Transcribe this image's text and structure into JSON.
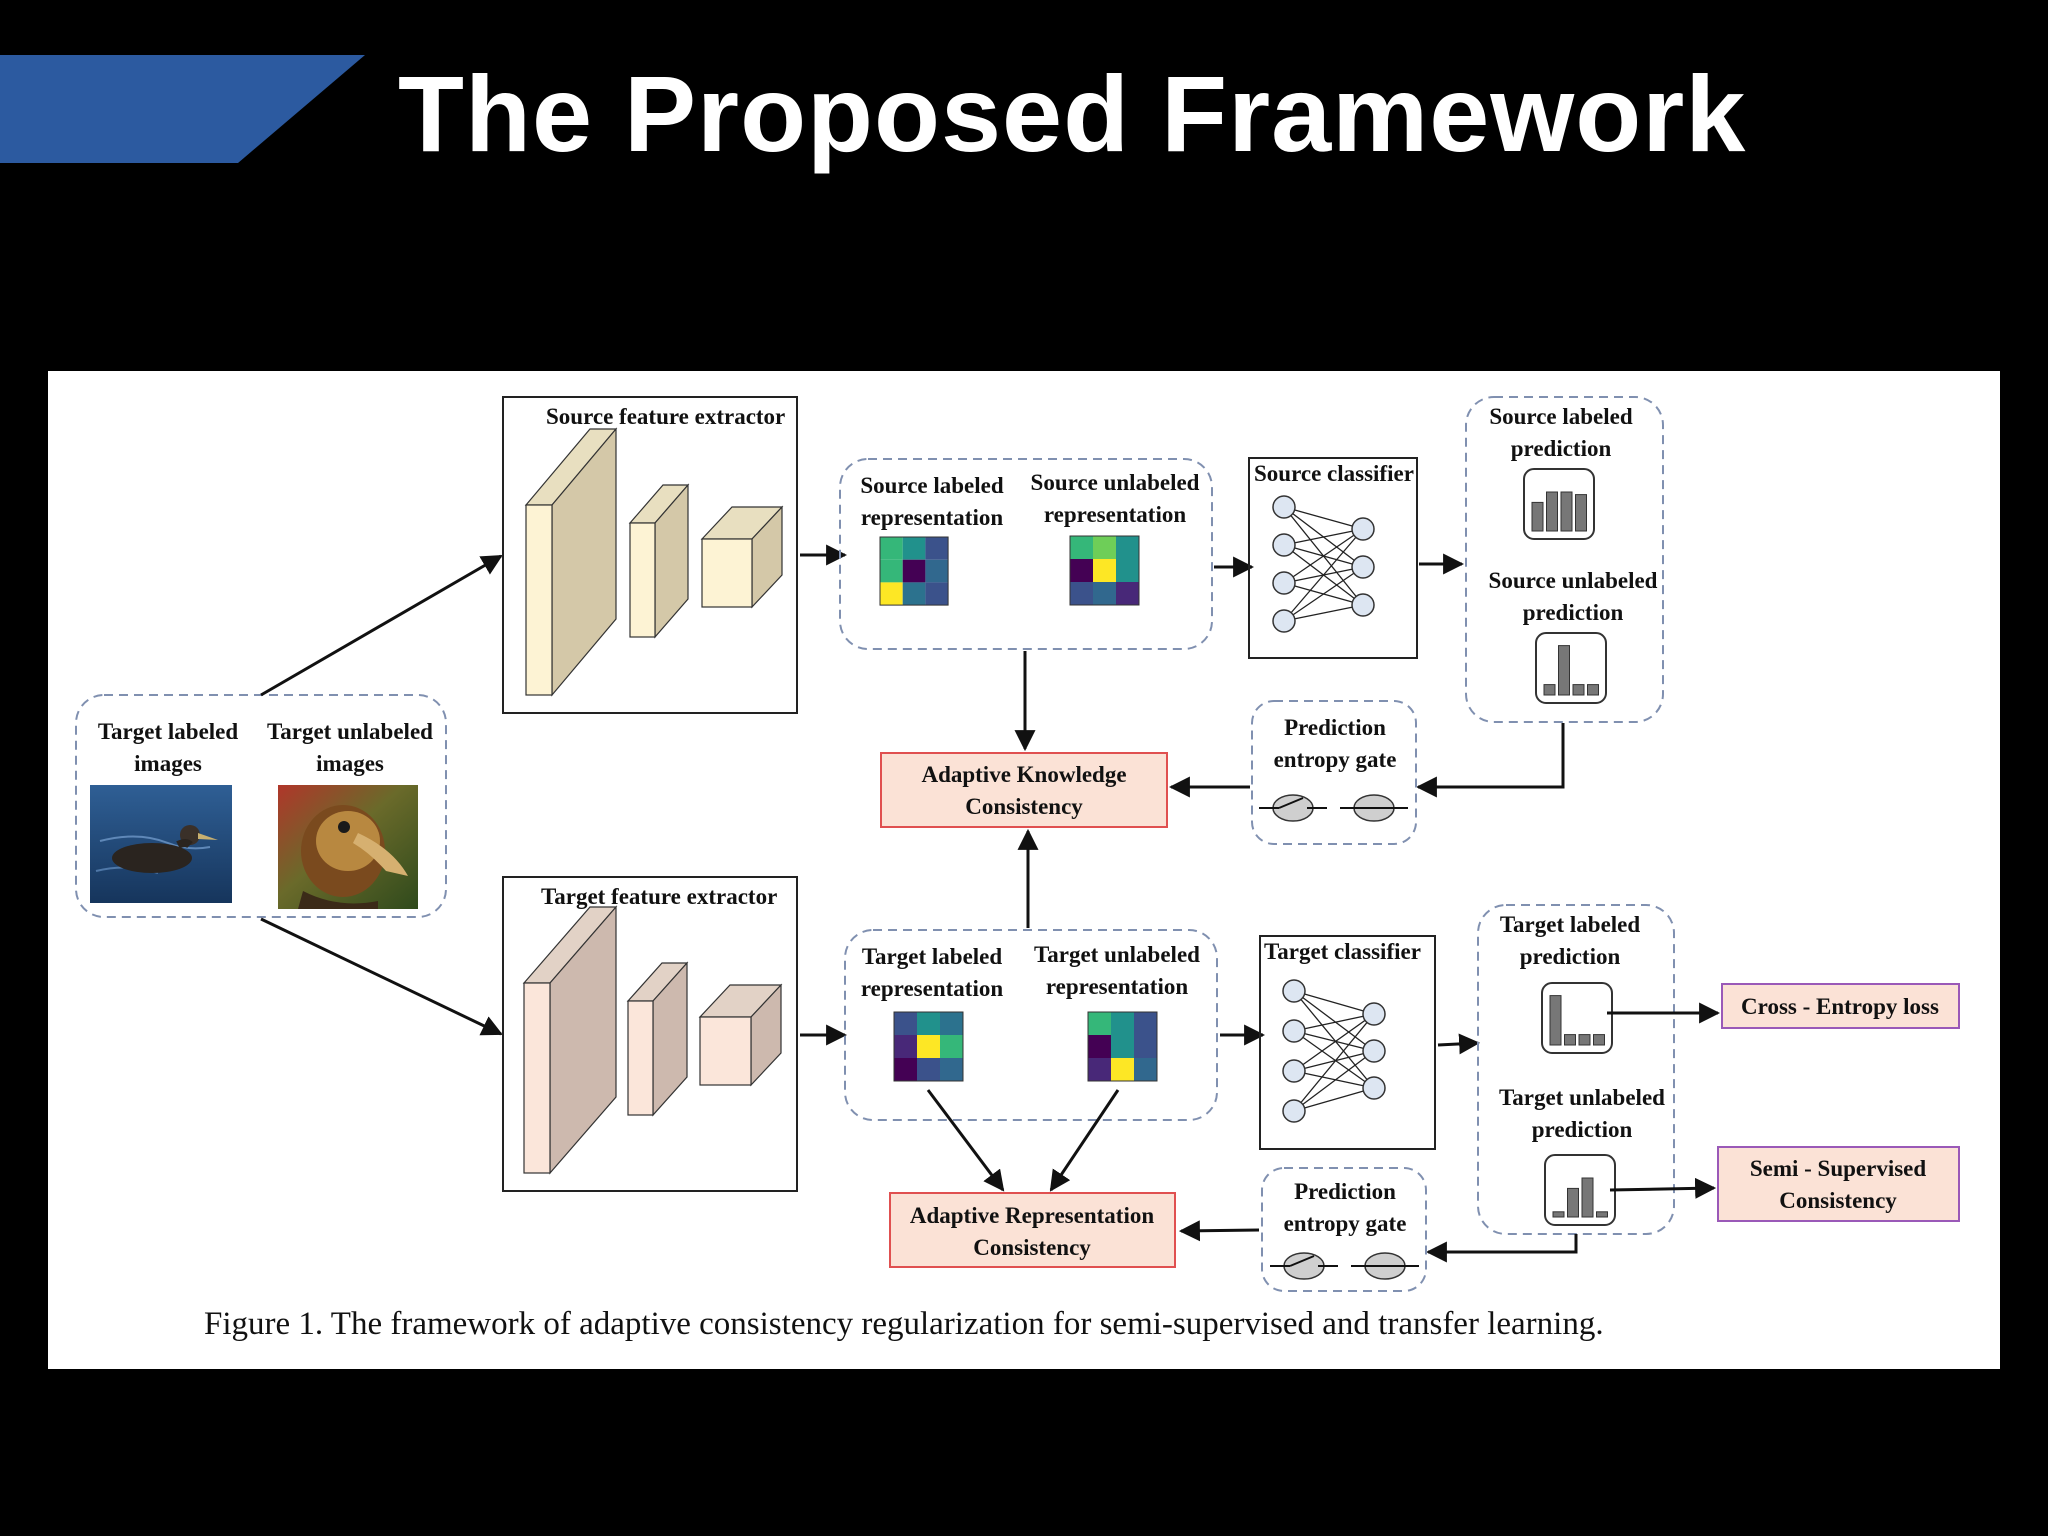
{
  "slide": {
    "title": "The Proposed Framework",
    "accent_color": "#2c5aa0"
  },
  "figure": {
    "caption": "Figure 1. The framework of adaptive consistency regularization for semi-supervised and transfer learning.",
    "inputs": {
      "labeled_line1": "Target labeled",
      "labeled_line2": "images",
      "unlabeled_line1": "Target unlabeled",
      "unlabeled_line2": "images"
    },
    "source_extractor": "Source feature extractor",
    "target_extractor": "Target feature extractor",
    "source_repr": {
      "labeled_line1": "Source labeled",
      "labeled_line2": "representation",
      "unlabeled_line1": "Source unlabeled",
      "unlabeled_line2": "representation"
    },
    "target_repr": {
      "labeled_line1": "Target labeled",
      "labeled_line2": "representation",
      "unlabeled_line1": "Target unlabeled",
      "unlabeled_line2": "representation"
    },
    "source_classifier": "Source classifier",
    "target_classifier": "Target classifier",
    "source_pred": {
      "labeled_line1": "Source labeled",
      "labeled_line2": "prediction",
      "unlabeled_line1": "Source unlabeled",
      "unlabeled_line2": "prediction"
    },
    "target_pred": {
      "labeled_line1": "Target labeled",
      "labeled_line2": "prediction",
      "unlabeled_line1": "Target unlabeled",
      "unlabeled_line2": "prediction"
    },
    "gate_top": {
      "line1": "Prediction",
      "line2": "entropy gate"
    },
    "gate_bottom": {
      "line1": "Prediction",
      "line2": "entropy gate"
    },
    "akc": {
      "line1": "Adaptive Knowledge",
      "line2": "Consistency"
    },
    "arc": {
      "line1": "Adaptive Representation",
      "line2": "Consistency"
    },
    "ce_loss": "Cross - Entropy loss",
    "ssc": {
      "line1": "Semi - Supervised",
      "line2": "Consistency"
    },
    "colors": {
      "source_blocks": "#fdf3d4",
      "target_blocks": "#fbe6da",
      "consistency_box": "#fbe2d6",
      "consistency_border": "#e05050",
      "loss_box": "#fbe2d6",
      "loss_border": "#9a59b8"
    }
  }
}
